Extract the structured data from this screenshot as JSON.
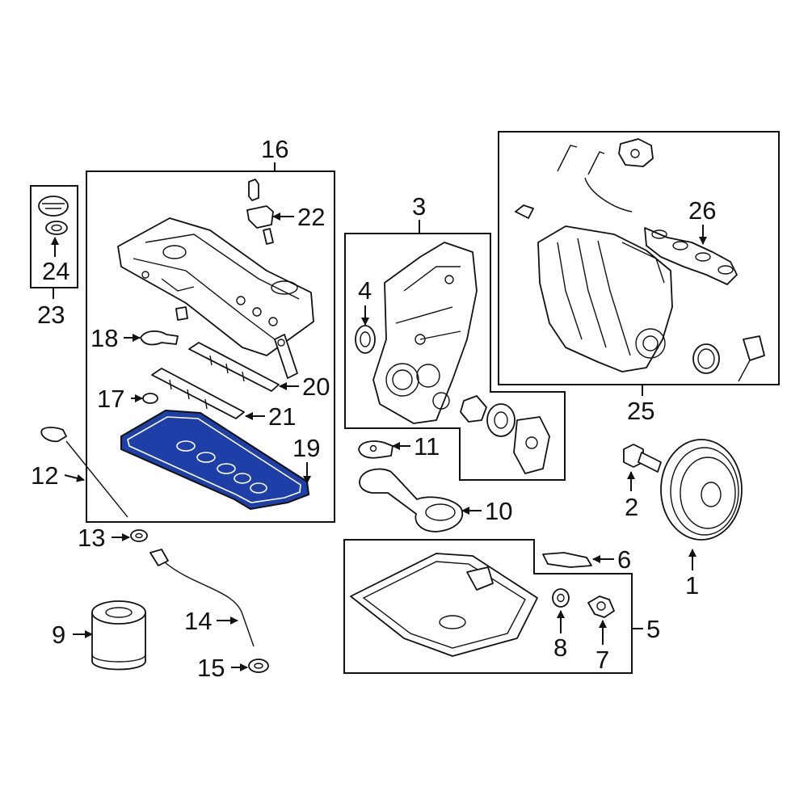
{
  "accent_color": "#1e3fa8",
  "highlighted_callout": "19",
  "callouts": {
    "c1": "1",
    "c2": "2",
    "c3": "3",
    "c4": "4",
    "c5": "5",
    "c6": "6",
    "c7": "7",
    "c8": "8",
    "c9": "9",
    "c10": "10",
    "c11": "11",
    "c12": "12",
    "c13": "13",
    "c14": "14",
    "c15": "15",
    "c16": "16",
    "c17": "17",
    "c18": "18",
    "c19": "19",
    "c20": "20",
    "c21": "21",
    "c22": "22",
    "c23": "23",
    "c24": "24",
    "c25": "25",
    "c26": "26"
  }
}
